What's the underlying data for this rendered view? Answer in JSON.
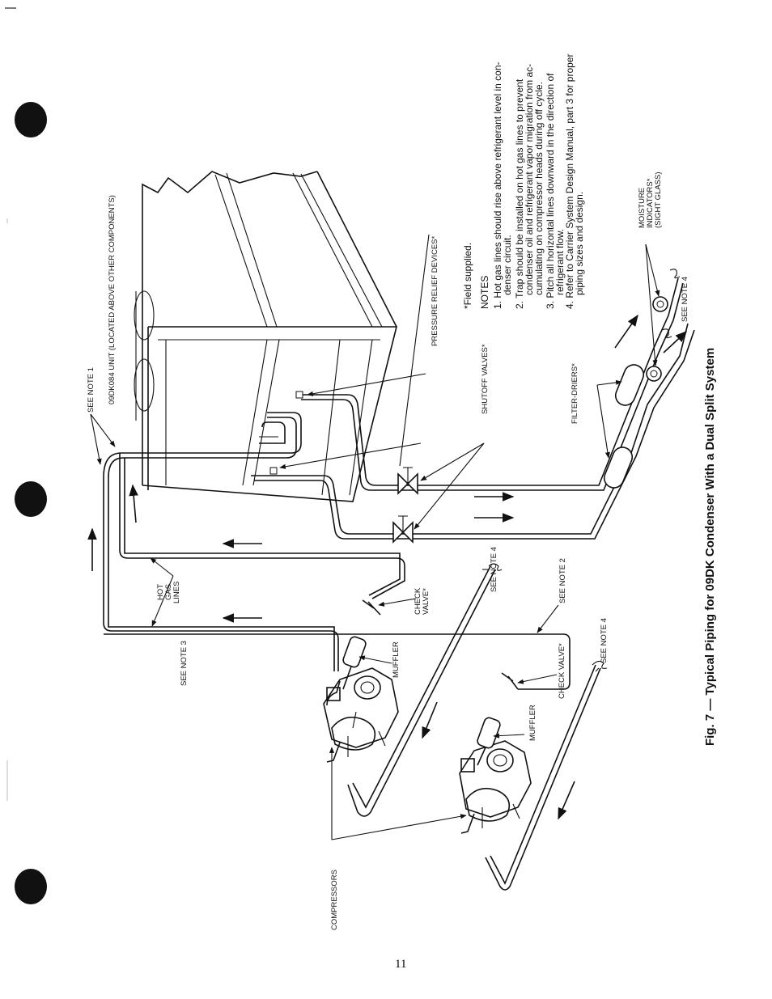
{
  "figure": {
    "caption": "Fig. 7 — Typical Piping for 09DK Condenser With a Dual Split System",
    "page_number": "11"
  },
  "labels": {
    "unit": "09DK084 UNIT (LOCATED ABOVE OTHER COMPONENTS)",
    "see_note_1": "SEE NOTE 1",
    "see_note_2": "SEE NOTE 2",
    "see_note_3": "SEE NOTE 3",
    "see_note_4": "SEE NOTE 4",
    "pressure_relief": "PRESSURE RELIEF DEVICES*",
    "shutoff_valves": "SHUTOFF VALVES*",
    "filter_driers": "FILTER-DRIERS*",
    "moisture_l1": "MOISTURE",
    "moisture_l2": "INDICATORS*",
    "moisture_l3": "(SIGHT GLASS)",
    "hot_gas_l1": "HOT",
    "hot_gas_l2": "GAS",
    "hot_gas_l3": "LINES",
    "check_valve_l1": "CHECK",
    "check_valve_l2": "VALVE*",
    "check_valve": "CHECK VALVE*",
    "muffler": "MUFFLER",
    "compressors": "COMPRESSORS"
  },
  "notes": {
    "field_supplied": "*Field supplied.",
    "heading": "NOTES",
    "n1_l1": "1.  Hot gas lines should rise above refrigerant level in con-",
    "n1_l2": "denser circuit.",
    "n2_l1": "2.  Trap should be installed on hot gas lines to prevent",
    "n2_l2": "condenser oil and refrigerant vapor migration from ac-",
    "n2_l3": "cumulating on compressor heads during off cycle.",
    "n3_l1": "3.  Pitch all horizontal lines downward in the direction of",
    "n3_l2": "refrigerant flow.",
    "n4_l1": "4.  Refer to Carrier System Design Manual, part 3 for proper",
    "n4_l2": "piping sizes and design."
  }
}
